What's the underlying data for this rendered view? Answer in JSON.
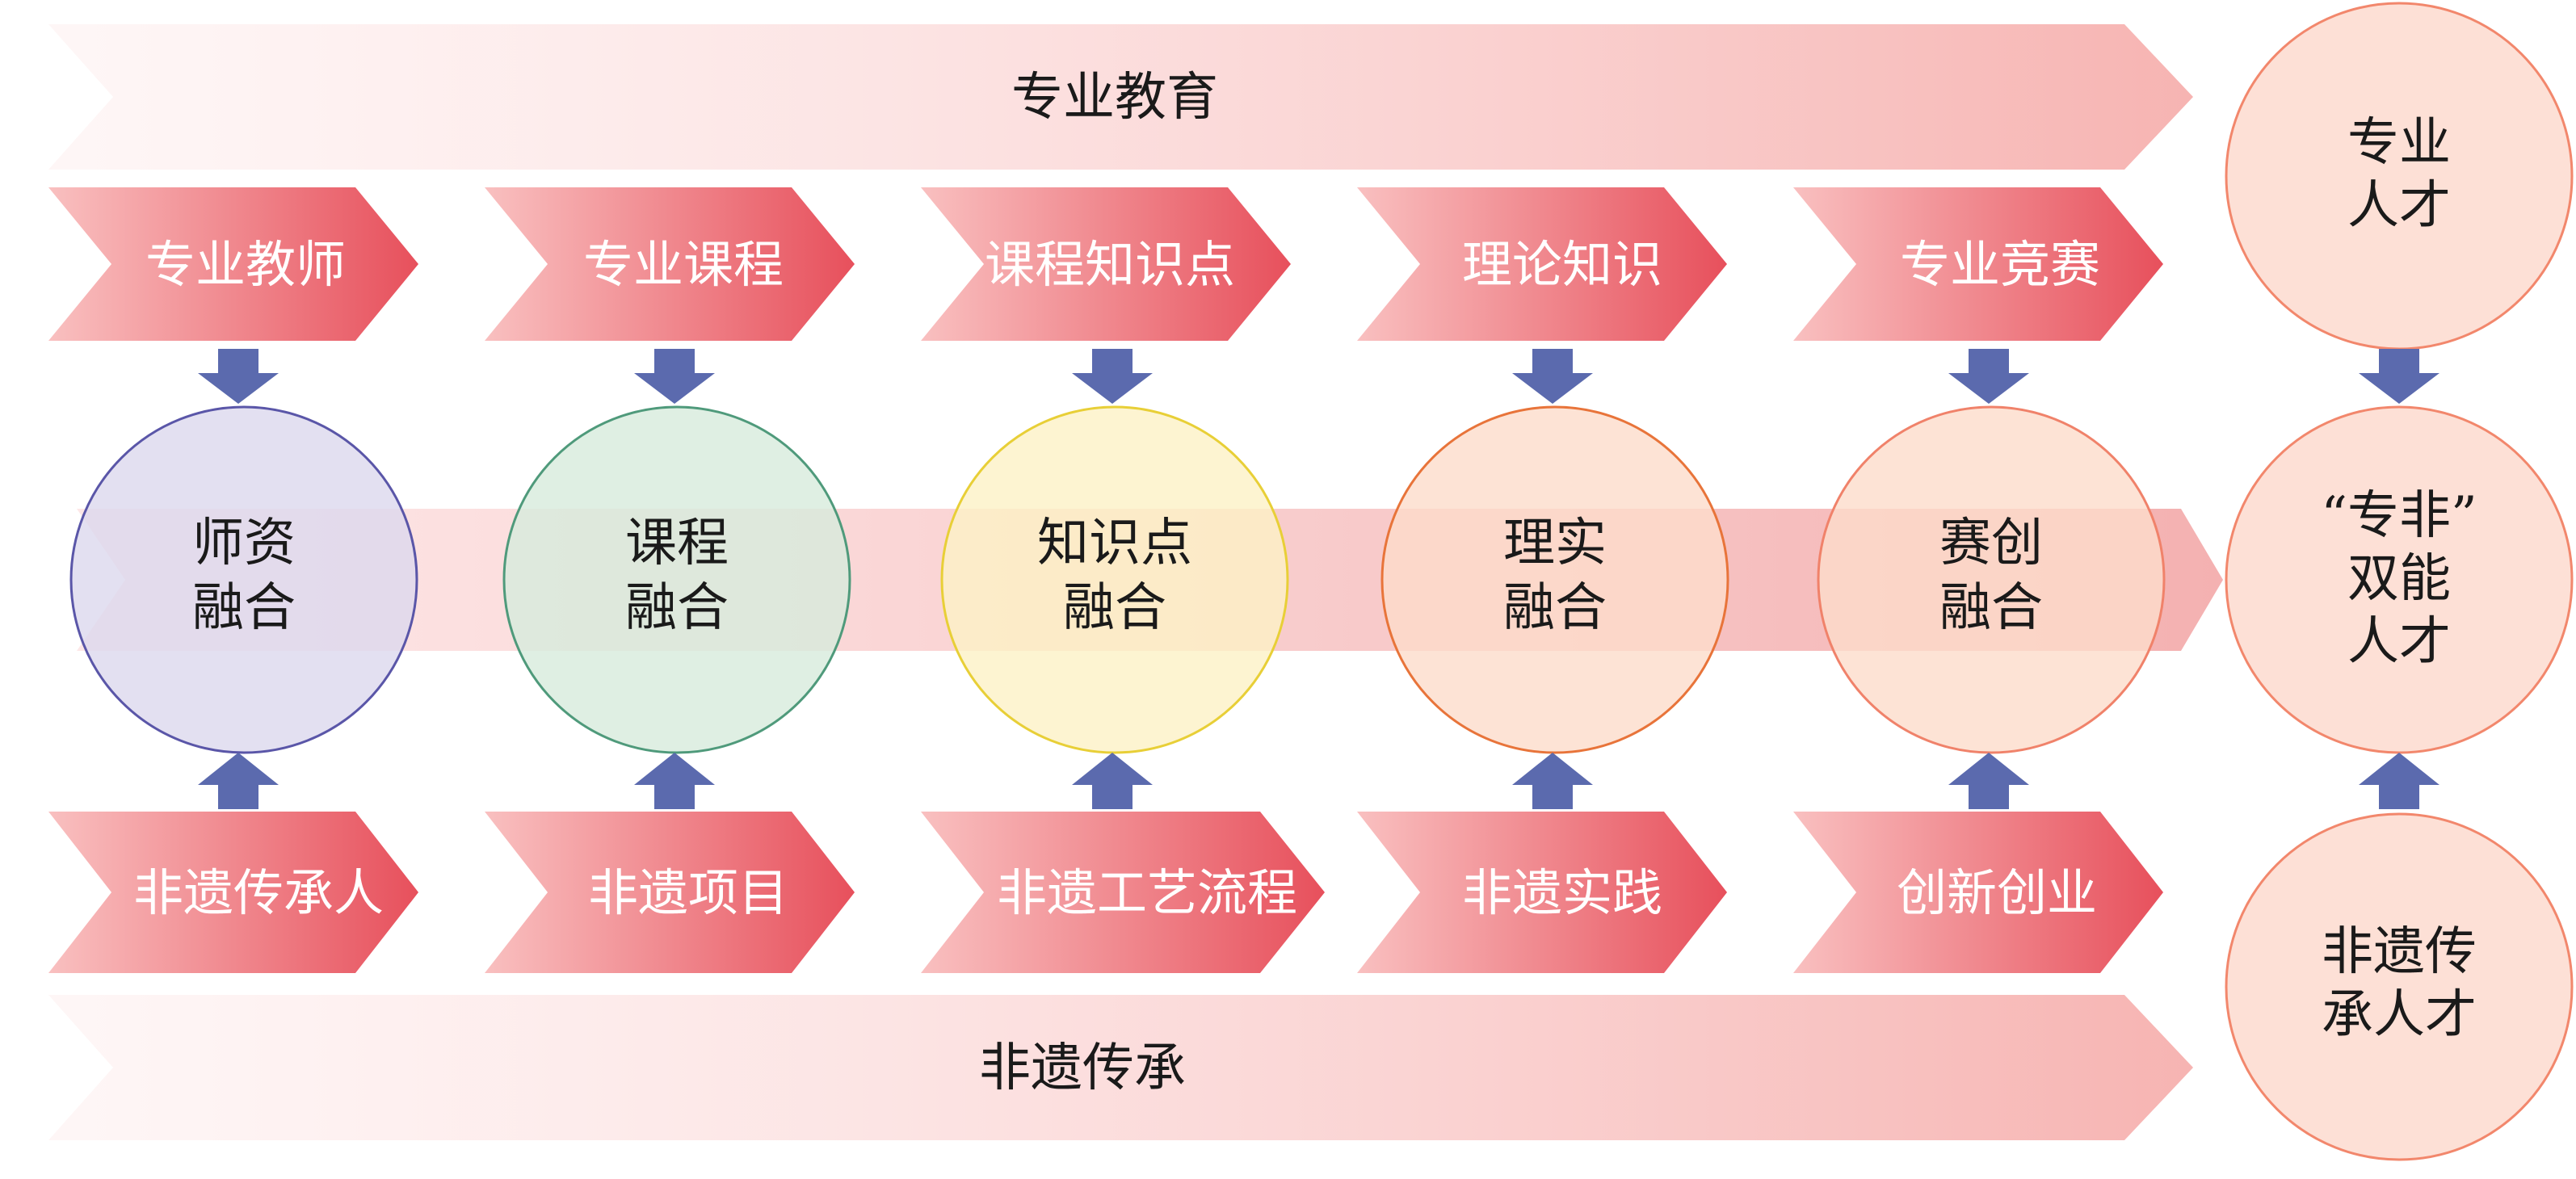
{
  "banners": {
    "top": "专业教育",
    "middle": "",
    "bottom": "非遗传承"
  },
  "columns": [
    {
      "top": "专业教师",
      "circle": [
        "师资",
        "融合"
      ],
      "bottom": "非遗传承人"
    },
    {
      "top": "专业课程",
      "circle": [
        "课程",
        "融合"
      ],
      "bottom": "非遗项目"
    },
    {
      "top": "课程知识点",
      "circle": [
        "知识点",
        "融合"
      ],
      "bottom": "非遗工艺流程"
    },
    {
      "top": "理论知识",
      "circle": [
        "理实",
        "融合"
      ],
      "bottom": "非遗实践"
    },
    {
      "top": "专业竞赛",
      "circle": [
        "赛创",
        "融合"
      ],
      "bottom": "创新创业"
    }
  ],
  "outcomes": {
    "top": [
      "专业",
      "人才"
    ],
    "middle": [
      "“专非”",
      "双能",
      "人才"
    ],
    "bottom": [
      "非遗传",
      "承人才"
    ]
  },
  "colors": {
    "chevron_start": "#f7b3b5",
    "chevron_end": "#e8515d",
    "banner": "#f7c4c4",
    "arrow": "#5b6aae",
    "outcome_fill": "#fde0d6",
    "outcome_stroke": "#f2876c",
    "circle_fills": [
      "#dcd8ee",
      "#d7ebdc",
      "#fdf1c6",
      "#fddccb",
      "#fddccb"
    ],
    "circle_strokes": [
      "#5a56a8",
      "#4f9a7b",
      "#e8cf37",
      "#e8743a",
      "#f0826a"
    ]
  },
  "icons": {
    "connector": "down-arrow-icon",
    "connector_up": "up-arrow-icon"
  }
}
